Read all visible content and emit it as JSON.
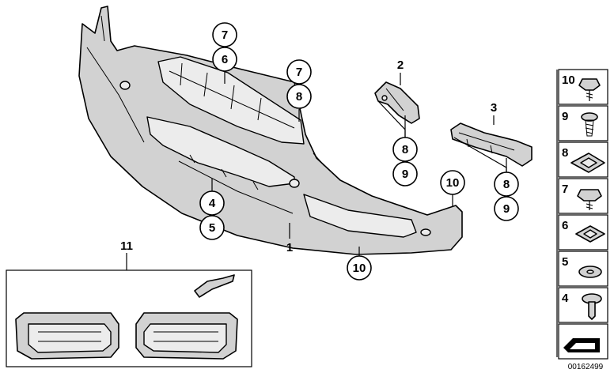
{
  "callouts": {
    "c1": "1",
    "c2": "2",
    "c3": "3",
    "c4": "4",
    "c5": "5",
    "c6": "6",
    "c7a": "7",
    "c7b": "7",
    "c8a": "8",
    "c8b": "8",
    "c8c": "8",
    "c9a": "9",
    "c9b": "9",
    "c10a": "10",
    "c10b": "10",
    "c11": "11"
  },
  "legend": {
    "items": [
      {
        "number": "10",
        "icon": "screw-icon"
      },
      {
        "number": "9",
        "icon": "self-tapping-screw-icon"
      },
      {
        "number": "8",
        "icon": "clip-nut-icon"
      },
      {
        "number": "7",
        "icon": "hex-screw-icon"
      },
      {
        "number": "6",
        "icon": "square-grommet-icon"
      },
      {
        "number": "5",
        "icon": "washer-icon"
      },
      {
        "number": "4",
        "icon": "expanding-rivet-icon"
      }
    ]
  },
  "diagram_id": "00162499",
  "colors": {
    "part_fill": "#d2d2d2",
    "outline": "#000000"
  }
}
